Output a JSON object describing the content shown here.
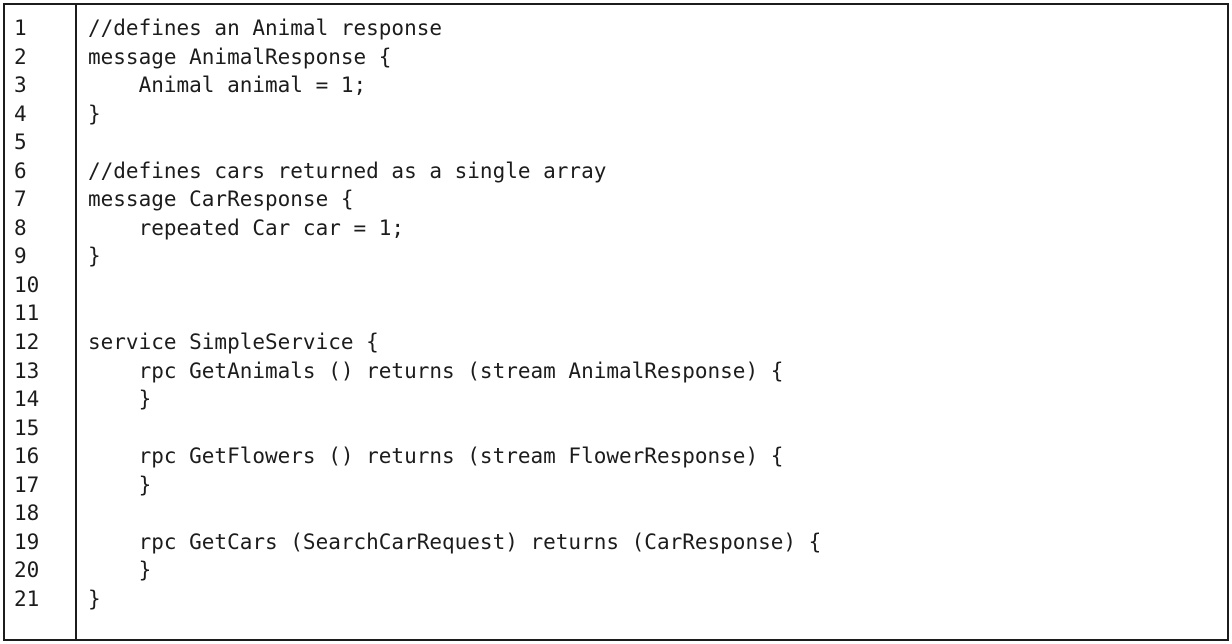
{
  "colors": {
    "text": "#1c1c1c",
    "border": "#1c1c1c",
    "background": "#ffffff"
  },
  "editor": {
    "lines": [
      {
        "number": "1",
        "text": "//defines an Animal response"
      },
      {
        "number": "2",
        "text": "message AnimalResponse {"
      },
      {
        "number": "3",
        "text": "    Animal animal = 1;"
      },
      {
        "number": "4",
        "text": "}"
      },
      {
        "number": "5",
        "text": ""
      },
      {
        "number": "6",
        "text": "//defines cars returned as a single array"
      },
      {
        "number": "7",
        "text": "message CarResponse {"
      },
      {
        "number": "8",
        "text": "    repeated Car car = 1;"
      },
      {
        "number": "9",
        "text": "}"
      },
      {
        "number": "10",
        "text": ""
      },
      {
        "number": "11",
        "text": ""
      },
      {
        "number": "12",
        "text": "service SimpleService {"
      },
      {
        "number": "13",
        "text": "    rpc GetAnimals () returns (stream AnimalResponse) {"
      },
      {
        "number": "14",
        "text": "    }"
      },
      {
        "number": "15",
        "text": ""
      },
      {
        "number": "16",
        "text": "    rpc GetFlowers () returns (stream FlowerResponse) {"
      },
      {
        "number": "17",
        "text": "    }"
      },
      {
        "number": "18",
        "text": ""
      },
      {
        "number": "19",
        "text": "    rpc GetCars (SearchCarRequest) returns (CarResponse) {"
      },
      {
        "number": "20",
        "text": "    }"
      },
      {
        "number": "21",
        "text": "}"
      }
    ]
  }
}
